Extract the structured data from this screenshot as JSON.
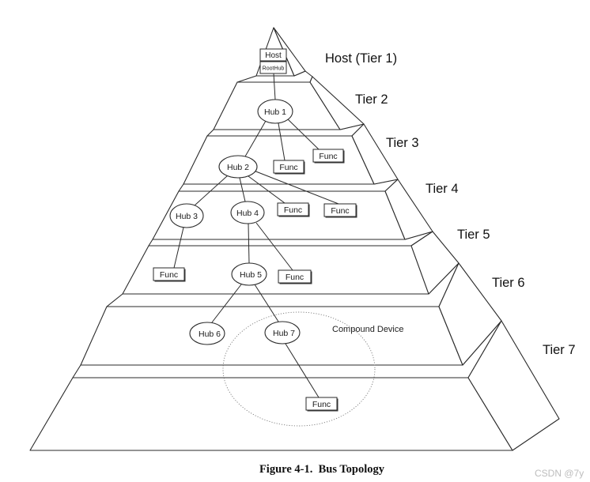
{
  "tiers": [
    {
      "label": "Host (Tier 1)",
      "host": "Host",
      "root_hub": "RootHub"
    },
    {
      "label": "Tier 2",
      "hubs": [
        "Hub 1"
      ]
    },
    {
      "label": "Tier 3",
      "hubs": [
        "Hub 2"
      ],
      "functions": [
        "Func",
        "Func"
      ]
    },
    {
      "label": "Tier 4",
      "hubs": [
        "Hub 3",
        "Hub 4"
      ],
      "functions": [
        "Func",
        "Func"
      ]
    },
    {
      "label": "Tier 5",
      "hubs": [
        "Hub 5"
      ],
      "functions": [
        "Func",
        "Func"
      ]
    },
    {
      "label": "Tier 6",
      "hubs": [
        "Hub 6",
        "Hub 7"
      ]
    },
    {
      "label": "Tier 7",
      "functions": [
        "Func"
      ]
    }
  ],
  "compound_device": {
    "label": "Compound Device"
  },
  "caption": "Figure 4-1.  Bus Topology",
  "watermark": "CSDN @7y"
}
